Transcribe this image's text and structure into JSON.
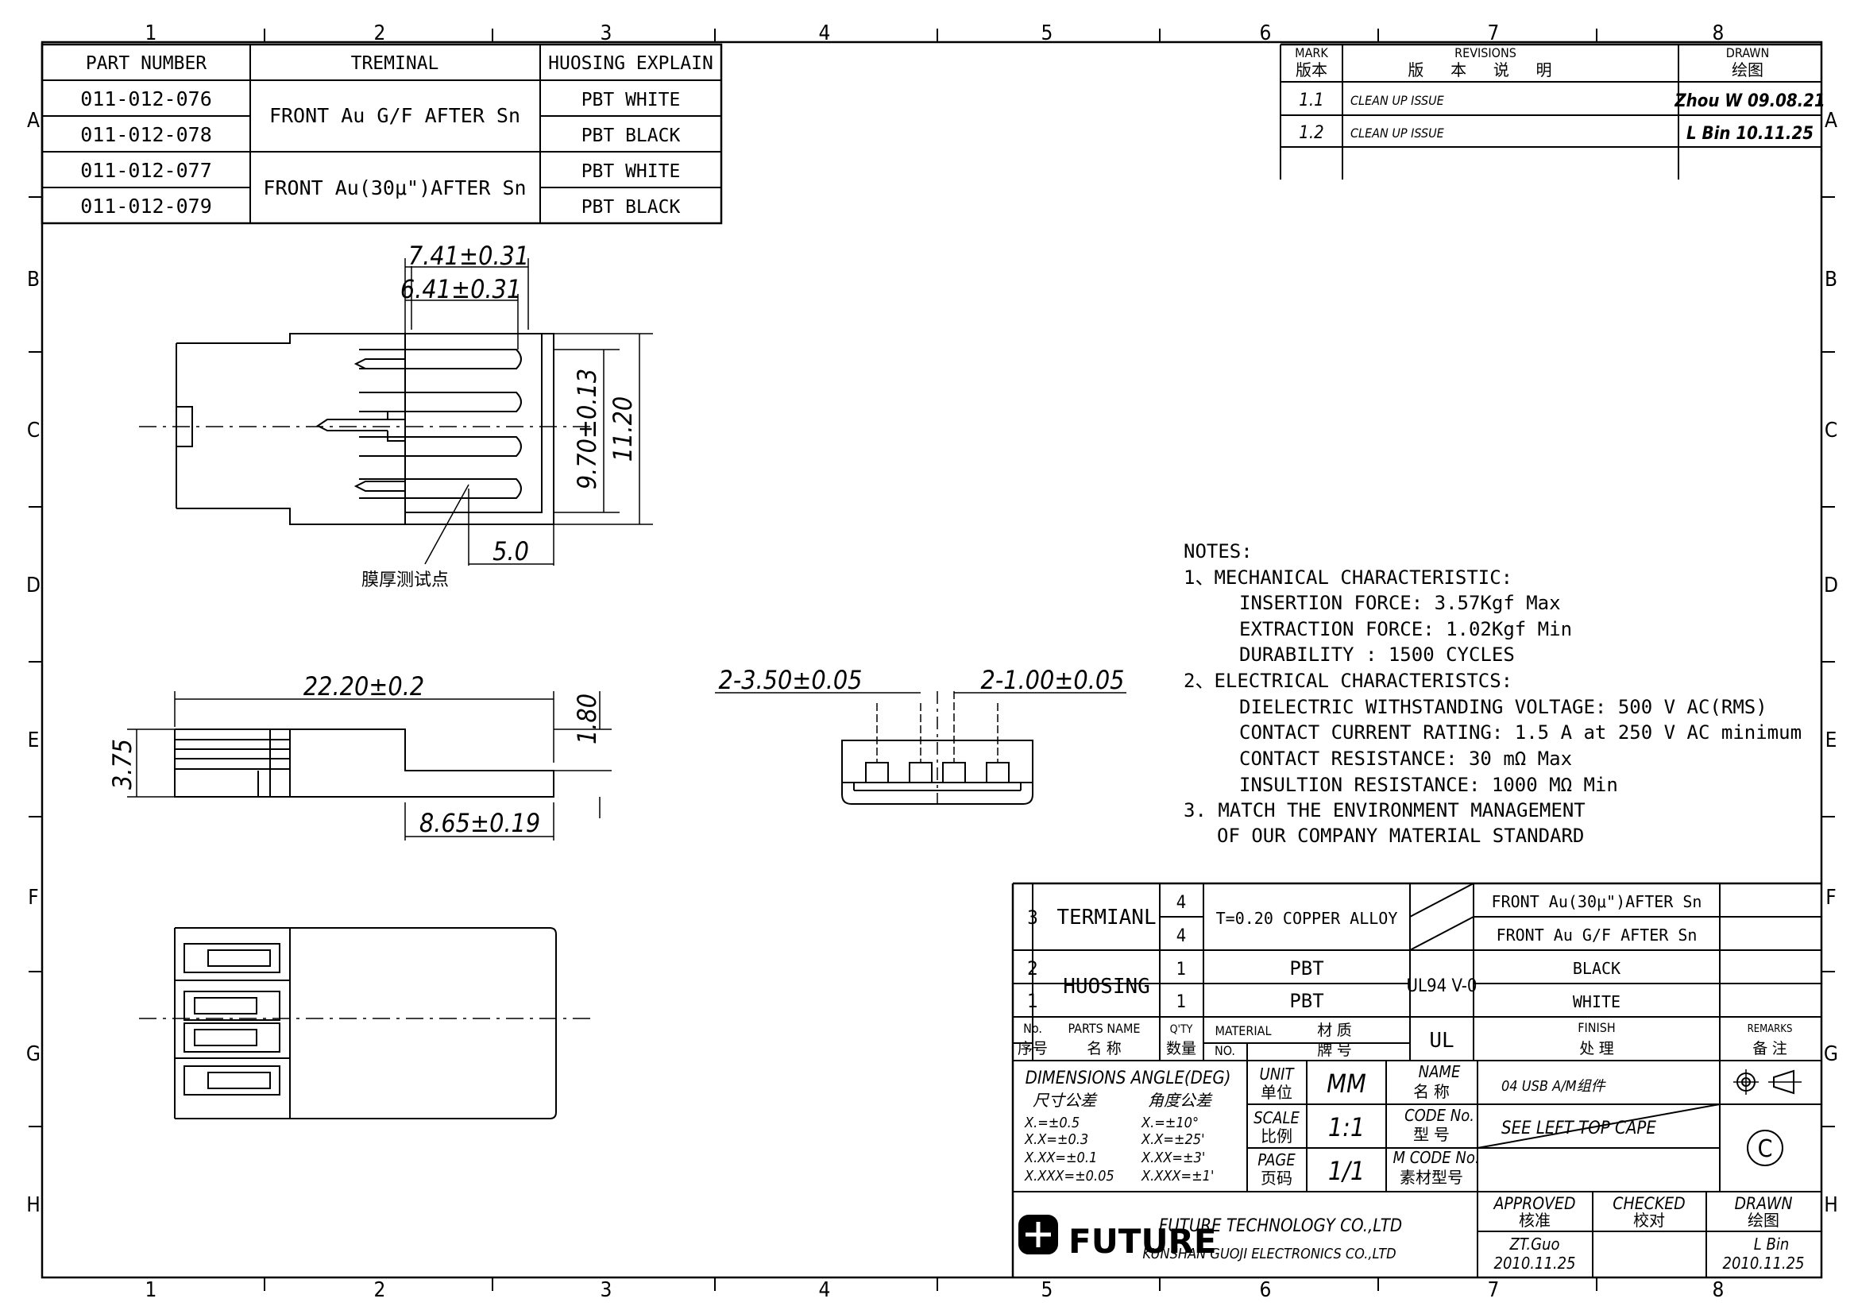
{
  "zones": {
    "columns": [
      "1",
      "2",
      "3",
      "4",
      "5",
      "6",
      "7",
      "8"
    ],
    "rows": [
      "A",
      "B",
      "C",
      "D",
      "E",
      "F",
      "G",
      "H"
    ]
  },
  "part_table": {
    "headers": [
      "PART NUMBER",
      "TREMINAL",
      "HUOSING EXPLAIN"
    ],
    "rows": [
      {
        "part": "011-012-076",
        "housing": "PBT WHITE"
      },
      {
        "part": "011-012-078",
        "housing": "PBT BLACK"
      },
      {
        "part": "011-012-077",
        "housing": "PBT WHITE"
      },
      {
        "part": "011-012-079",
        "housing": "PBT BLACK"
      }
    ],
    "terminal_1": "FRONT Au G/F AFTER Sn",
    "terminal_2": "FRONT Au(30μ\")AFTER Sn"
  },
  "revisions": {
    "mark_header": "MARK",
    "mark_header_cn": "版本",
    "rev_header": "REVISIONS",
    "rev_header_cn": "版 本 说 明",
    "drawn_header": "DRAWN",
    "drawn_header_cn": "绘图",
    "rows": [
      {
        "mark": "1.1",
        "desc": "CLEAN UP ISSUE",
        "drawn": "Zhou W 09.08.21"
      },
      {
        "mark": "1.2",
        "desc": "CLEAN UP ISSUE",
        "drawn": "L Bin 10.11.25"
      }
    ]
  },
  "dims": {
    "d1": "7.41±0.31",
    "d2": "6.41±0.31",
    "d3": "9.70±0.13",
    "d4": "11.20",
    "d5": "5.0",
    "test_point": "膜厚测试点",
    "d6": "22.20±0.2",
    "d7": "1.80",
    "d8": "3.75",
    "d9": "8.65±0.19",
    "d10": "2-3.50±0.05",
    "d11": "2-1.00±0.05"
  },
  "notes": [
    "NOTES:",
    "1、MECHANICAL CHARACTERISTIC:",
    "INSERTION FORCE: 3.57Kgf Max",
    "EXTRACTION FORCE: 1.02Kgf  Min",
    "DURABILITY : 1500 CYCLES",
    "2、ELECTRICAL CHARACTERISTCS:",
    "DIELECTRIC WITHSTANDING VOLTAGE: 500 V AC(RMS)",
    "CONTACT CURRENT RATING: 1.5 A at 250 V AC minimum",
    "CONTACT RESISTANCE: 30 mΩ  Max",
    "INSULTION RESISTANCE: 1000 MΩ   Min",
    "3. MATCH THE ENVIRONMENT MANAGEMENT",
    "OF OUR COMPANY MATERIAL STANDARD"
  ],
  "bom": {
    "r3_no": "3",
    "r3_name": "TERMIANL",
    "r3_qty_a": "4",
    "r3_qty_b": "4",
    "r3_mat": "T=0.20 COPPER ALLOY",
    "r3_fin_a": "FRONT Au(30μ\")AFTER Sn",
    "r3_fin_b": "FRONT Au G/F AFTER Sn",
    "r2_no": "2",
    "r1_no": "1",
    "housing_name": "HUOSING",
    "r2_qty": "1",
    "r1_qty": "1",
    "r2_mat": "PBT",
    "r1_mat": "PBT",
    "ul_grade": "UL94 V-0",
    "r2_fin": "BLACK",
    "r1_fin": "WHITE",
    "h_no": "No.",
    "h_no_cn": "序号",
    "h_name": "PARTS NAME",
    "h_name_cn": "名 称",
    "h_qty": "Q'TY",
    "h_qty_cn": "数量",
    "h_mat": "MATERIAL",
    "h_mat_cn": "材 质",
    "h_matno": "NO.",
    "h_matno_cn": "牌 号",
    "h_ul": "UL",
    "h_fin": "FINISH",
    "h_fin_cn": "处 理",
    "h_rem": "REMARKS",
    "h_rem_cn": "备 注"
  },
  "title_block": {
    "tol_title": "DIMENSIONS  ANGLE(DEG)",
    "tol_cn_a": "尺寸公差",
    "tol_cn_b": "角度公差",
    "tol_lin": [
      "X.=±0.5",
      "X.X=±0.3",
      "X.XX=±0.1",
      "X.XXX=±0.05"
    ],
    "tol_ang": [
      "X.=±10°",
      "X.X=±25'",
      "X.XX=±3'",
      "X.XXX=±1'"
    ],
    "unit_label": "UNIT",
    "unit_cn": "单位",
    "unit_val": "MM",
    "scale_label": "SCALE",
    "scale_cn": "比例",
    "scale_val": "1:1",
    "page_label": "PAGE",
    "page_cn": "页码",
    "page_val": "1/1",
    "name_label": "NAME",
    "name_cn": "名 称",
    "name_val": "04 USB A/M组件",
    "code_label": "CODE No.",
    "code_cn": "型 号",
    "code_val": "SEE LEFT TOP CAPE",
    "mcode_label": "M CODE No.",
    "mcode_cn": "素材型号",
    "company_1": "FUTURE TECHNOLOGY CO.,LTD",
    "company_2": "KUNSHAN GUOJI ELECTRONICS CO.,LTD",
    "logo_text": "FUTURE",
    "approved": "APPROVED",
    "approved_cn": "核准",
    "approved_by": "ZT.Guo",
    "approved_date": "2010.11.25",
    "checked": "CHECKED",
    "checked_cn": "校对",
    "drawn": "DRAWN",
    "drawn_cn": "绘图",
    "drawn_by": "L Bin",
    "drawn_date": "2010.11.25",
    "copyright": "C"
  }
}
